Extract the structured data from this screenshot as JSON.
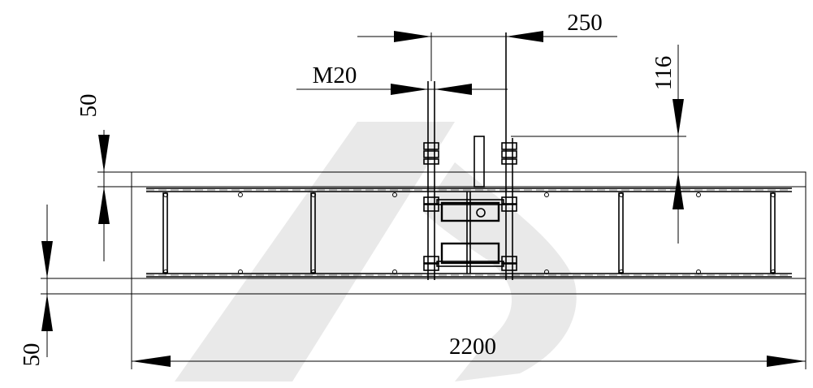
{
  "drawing": {
    "dimensions": {
      "overall_width": "2200",
      "bolt_spacing": "250",
      "bolt_size": "M20",
      "height_above_top": "116",
      "left_top_offset": "50",
      "left_bottom_offset": "50"
    },
    "colors": {
      "line": "#000000",
      "watermark": "#e6e6e6",
      "background": "#ffffff"
    }
  }
}
